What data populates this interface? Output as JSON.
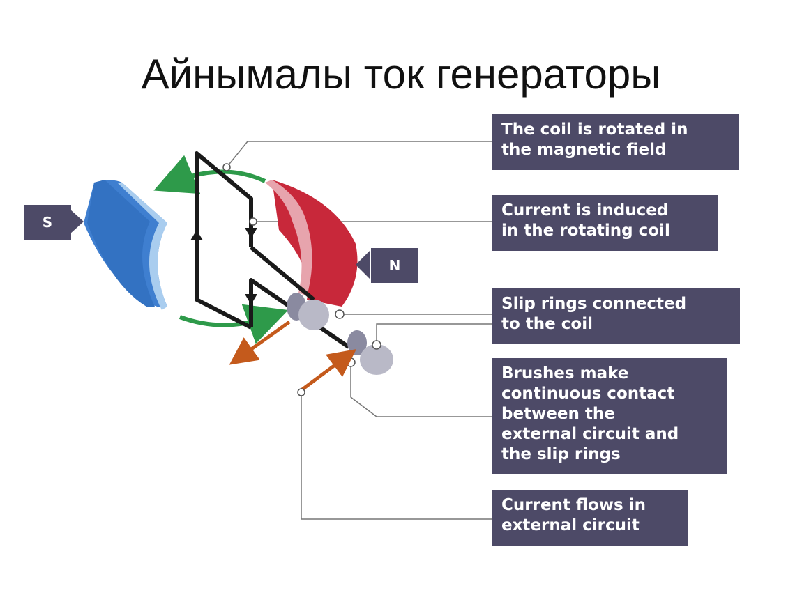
{
  "title": "Айнымалы ток генераторы",
  "poles": {
    "south": "S",
    "north": "N"
  },
  "annotations": [
    {
      "id": "coil-rotated",
      "text": "The coil is rotated in\nthe magnetic field"
    },
    {
      "id": "current-induced",
      "text": "Current is induced\nin the rotating coil"
    },
    {
      "id": "slip-rings",
      "text": "Slip rings connected\nto the coil"
    },
    {
      "id": "brushes",
      "text": "Brushes make\ncontinuous contact\nbetween the\nexternal circuit and\nthe slip rings"
    },
    {
      "id": "current-flows",
      "text": "Current flows in\nexternal circuit"
    }
  ],
  "colors": {
    "label_bg": "#4d4a67",
    "south_magnet": "#3f7fd0",
    "north_magnet": "#c8283a",
    "rotation_arrow": "#2e9a4a",
    "current_arrow": "#c45a1c",
    "coil": "#1a1a1a"
  }
}
